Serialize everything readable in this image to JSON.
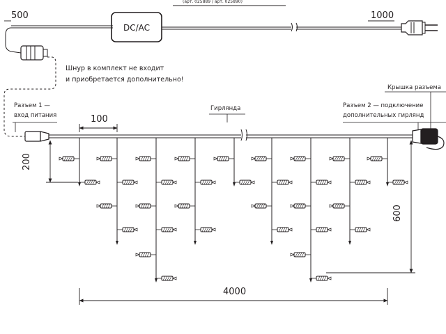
{
  "dimensions": {
    "lead_left": "500",
    "lead_right": "1000",
    "pitch": "100",
    "drop": "200",
    "height": "600",
    "length": "4000"
  },
  "adapter": {
    "label": "DC/AC",
    "article_note": "(арт. 025889 / арт. 025890)"
  },
  "notes": {
    "cord_line1": "Шнур в комплект не входит",
    "cord_line2": "и приобретается дополнительно!",
    "cap": "Крышка разъема",
    "connector1_line1": "Разъем 1 —",
    "connector1_line2": "вход питания",
    "connector2_line1": "Разъем 2 — подключение",
    "connector2_line2": "дополнительных гирлянд",
    "garland": "Гирлянда"
  },
  "colors": {
    "line": "#231f20",
    "background": "#ffffff"
  }
}
